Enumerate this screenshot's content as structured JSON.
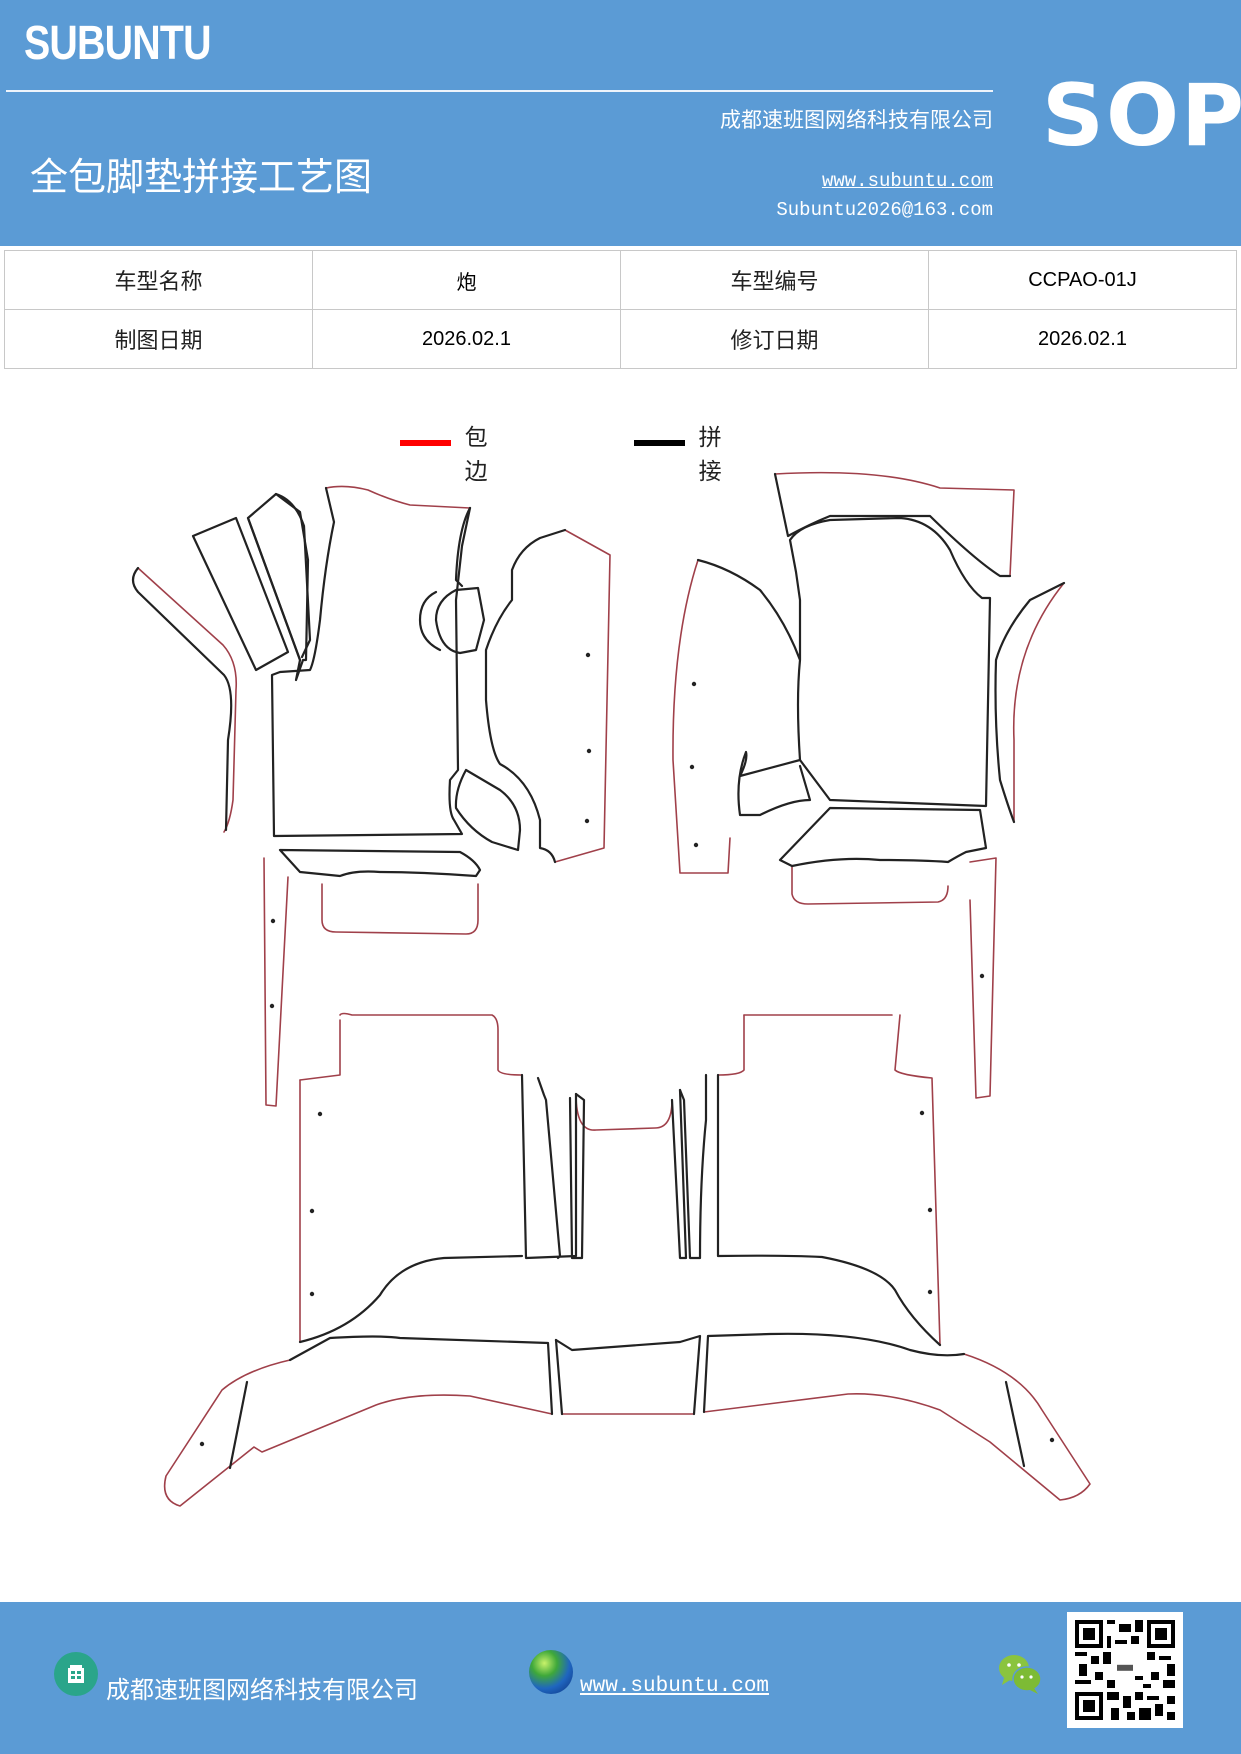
{
  "header": {
    "brand": "SUBUNTU",
    "title": "全包脚垫拼接工艺图",
    "company": "成都速班图网络科技有限公司",
    "website": "www.subuntu.com",
    "email": "Subuntu2026@163.com",
    "doc_type": "SOP",
    "bg_color": "#5b9bd5"
  },
  "info_table": {
    "rows": [
      [
        {
          "label": "车型名称"
        },
        {
          "value": "炮"
        },
        {
          "label": "车型编号"
        },
        {
          "value": "CCPAO-01J"
        }
      ],
      [
        {
          "label": "制图日期"
        },
        {
          "value": "2026.02.1"
        },
        {
          "label": "修订日期"
        },
        {
          "value": "2026.02.1"
        }
      ]
    ]
  },
  "legend": {
    "items": [
      {
        "label": "包边",
        "color": "#ff0000"
      },
      {
        "label": "拼接",
        "color": "#000000"
      }
    ]
  },
  "drawing": {
    "description": "Car floor mat pattern pieces; red outline = edge binding (包边), black line = splicing seam (拼接)",
    "edge_color": "#a0404a",
    "seam_color": "#222222"
  },
  "footer": {
    "company": "成都速班图网络科技有限公司",
    "website": "www.subuntu.com",
    "icons": [
      "building-icon",
      "globe-icon",
      "wechat-icon",
      "qr-code"
    ]
  }
}
